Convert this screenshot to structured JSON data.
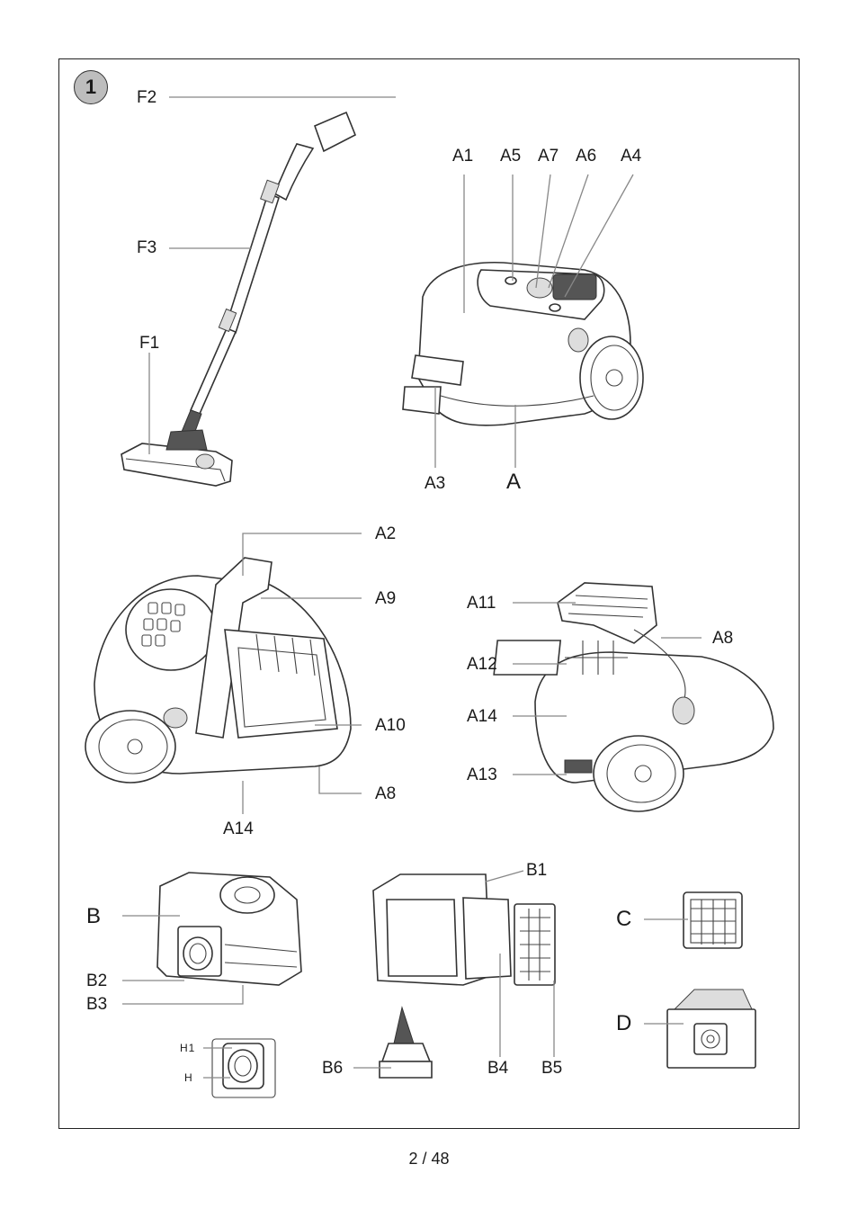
{
  "figure": {
    "number": "1"
  },
  "labels": {
    "F2": "F2",
    "F3": "F3",
    "F1": "F1",
    "A1": "A1",
    "A5": "A5",
    "A7": "A7",
    "A6": "A6",
    "A4": "A4",
    "A3": "A3",
    "A": "A",
    "A2": "A2",
    "A9": "A9",
    "A10": "A10",
    "A8_left": "A8",
    "A14_left": "A14",
    "A11": "A11",
    "A8_right": "A8",
    "A12": "A12",
    "A14_right": "A14",
    "A13": "A13",
    "B": "B",
    "B2": "B2",
    "B3": "B3",
    "B1": "B1",
    "B4": "B4",
    "B5": "B5",
    "B6": "B6",
    "H1": "H1",
    "H": "H",
    "C": "C",
    "D": "D"
  },
  "footer": {
    "page": "2  / 48"
  }
}
